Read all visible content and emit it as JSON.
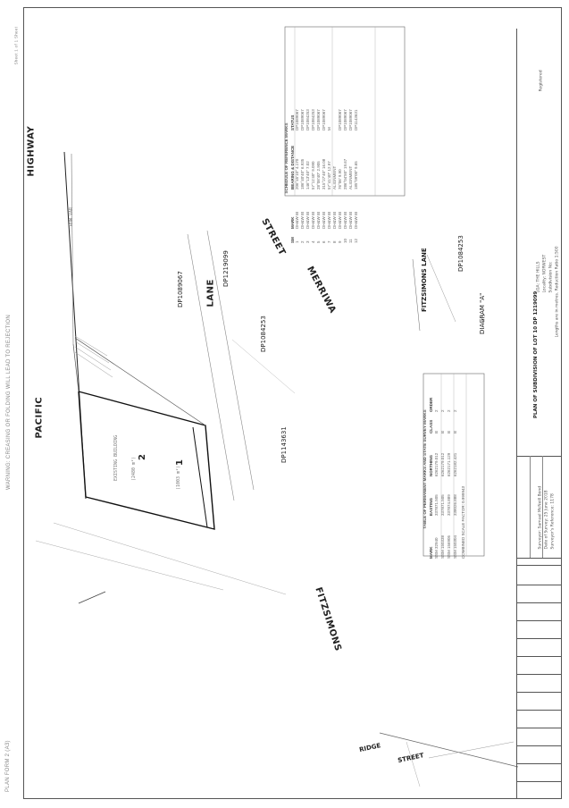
{
  "streets": {
    "pacific_highway": "HIGHWAY",
    "pacific": "PACIFIC",
    "merriwa_street": "STREET",
    "merriwa": "MERRIWA",
    "lane": "LANE",
    "fitzsimons_lane": "FITZSIMONS LANE",
    "fitzsimons": "FITZSIMONS",
    "ridge": "RIDGE",
    "ridge_street": "STREET"
  },
  "lots": {
    "lot1": "1",
    "lot2": "2"
  },
  "deposited_plans": {
    "dp1": "DP1089067",
    "dp2": "DP1084253",
    "dp3": "DP1143631",
    "dp4": "DP1084253"
  },
  "diagram": {
    "title": "DIAGRAM \"A\"",
    "subtitle": "NTS"
  },
  "reference_marks_table": {
    "title": "SCHEDULE OF REFERENCE MARKS",
    "headers": [
      "SM",
      "MARK",
      "BEARING & DISTANCE",
      "STATUS"
    ],
    "rows": [
      [
        "1",
        "DH&W IB",
        "206°45'10\" 4.170",
        "DP1089067"
      ],
      [
        "2",
        "DH&W IB",
        "186°40'40\" 6.935",
        "DP1089067"
      ],
      [
        "3",
        "DH&W IB",
        "146°13'40\" 7.02",
        "DP1084253"
      ],
      [
        "4",
        "DH&W IB",
        "57°11'40\" 9.090",
        "DP1084253"
      ],
      [
        "5",
        "DH&W IB",
        "28°08'40\" 2.905",
        "DP1089067"
      ],
      [
        "6",
        "DH&W IB",
        "315°27'40\" 16.08",
        "DP1089067"
      ],
      [
        "7",
        "DH&W IB",
        "57°41'40\" 12.97",
        "M"
      ],
      [
        "8",
        "DH&W IB",
        "ALIGNMENT",
        ""
      ],
      [
        "9",
        "DH&W IB",
        "76°06' 9.90",
        "DP1089067"
      ],
      [
        "10",
        "DH&W IB",
        "286°04'50\" 19.67",
        "DP1089067"
      ],
      [
        "11",
        "DH&W IB",
        "ALIGNMENT",
        "DP1089067"
      ],
      [
        "12",
        "DH&W IB",
        "185°09'00\" 9.65",
        "DP1143631"
      ]
    ]
  },
  "survey_marks_table": {
    "title": "TABLE OF PERMANENT MARKS AND STATE SURVEY MARKS",
    "headers": [
      "MARK",
      "EASTING",
      "NORTHING",
      "CLASS",
      "ORDER"
    ],
    "rows": [
      [
        "SSM 32940",
        "337871.505",
        "6262179.012",
        "B",
        "2"
      ],
      [
        "SSM 150338",
        "337871.505",
        "6262179.012",
        "B",
        "2"
      ],
      [
        "SSM 156905",
        "337874.889",
        "6262171.129",
        "B",
        "2"
      ],
      [
        "SSM 150304",
        "338026.888",
        "6262182.431",
        "B",
        "2"
      ]
    ],
    "footer": "COMBINED SCALE FACTOR: 0.999943"
  },
  "title_block": {
    "plan_title": "PLAN OF SUBDIVISION OF LOT 10 DP 1219099",
    "lga": "LGA: THE HILLS",
    "locality": "Locality: NORWEST",
    "subdivision": "Subdivision No:",
    "lengths": "Lengths are in metres. Reduction Ratio 1:500",
    "surveyor": "Surveyor: Samuel McNeill Bond",
    "date_of_survey": "Date of Survey: 25 June 2018",
    "surveyors_ref": "Surveyor's Reference: 1178",
    "registered": "Registered"
  },
  "margin": {
    "warning": "WARNING: CREASING OR FOLDING WILL LEAD TO REJECTION",
    "form": "PLAN FORM 2 (A3)",
    "sheet_left": "Sheet 1 of 1 Sheet"
  },
  "parcel_notes": {
    "existing_building": "EXISTING BUILDING",
    "area_lot1": "(1003 m²)",
    "area_lot2": "(2480 m²)",
    "row": "ROW VAR",
    "dp_block": "DP1219099"
  }
}
